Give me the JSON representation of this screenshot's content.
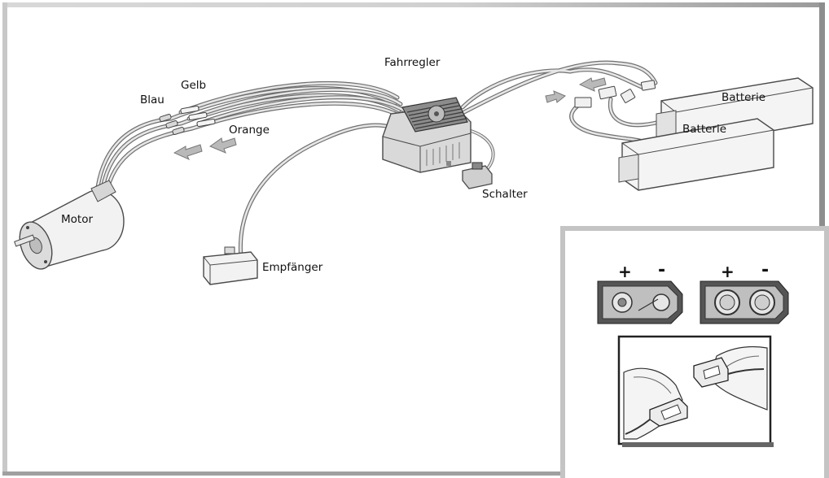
{
  "labels": {
    "fahrregler": "Fahrregler",
    "blau": "Blau",
    "gelb": "Gelb",
    "orange": "Orange",
    "motor": "Motor",
    "empfaenger": "Empfänger",
    "schalter": "Schalter",
    "batterie_1": "Batterie",
    "batterie_2": "Batterie"
  },
  "inset": {
    "plus_1": "+",
    "minus_1": "-",
    "plus_2": "+",
    "minus_2": "-"
  },
  "colors": {
    "frame": "#c4c4c4",
    "frame_shadow": "#8a8a8a",
    "wire_dark": "#6f6f6f",
    "wire_light": "#e6e6e6",
    "device_fill": "#efefef",
    "device_stroke": "#555555",
    "arrow_fill": "#b9b9b9"
  }
}
